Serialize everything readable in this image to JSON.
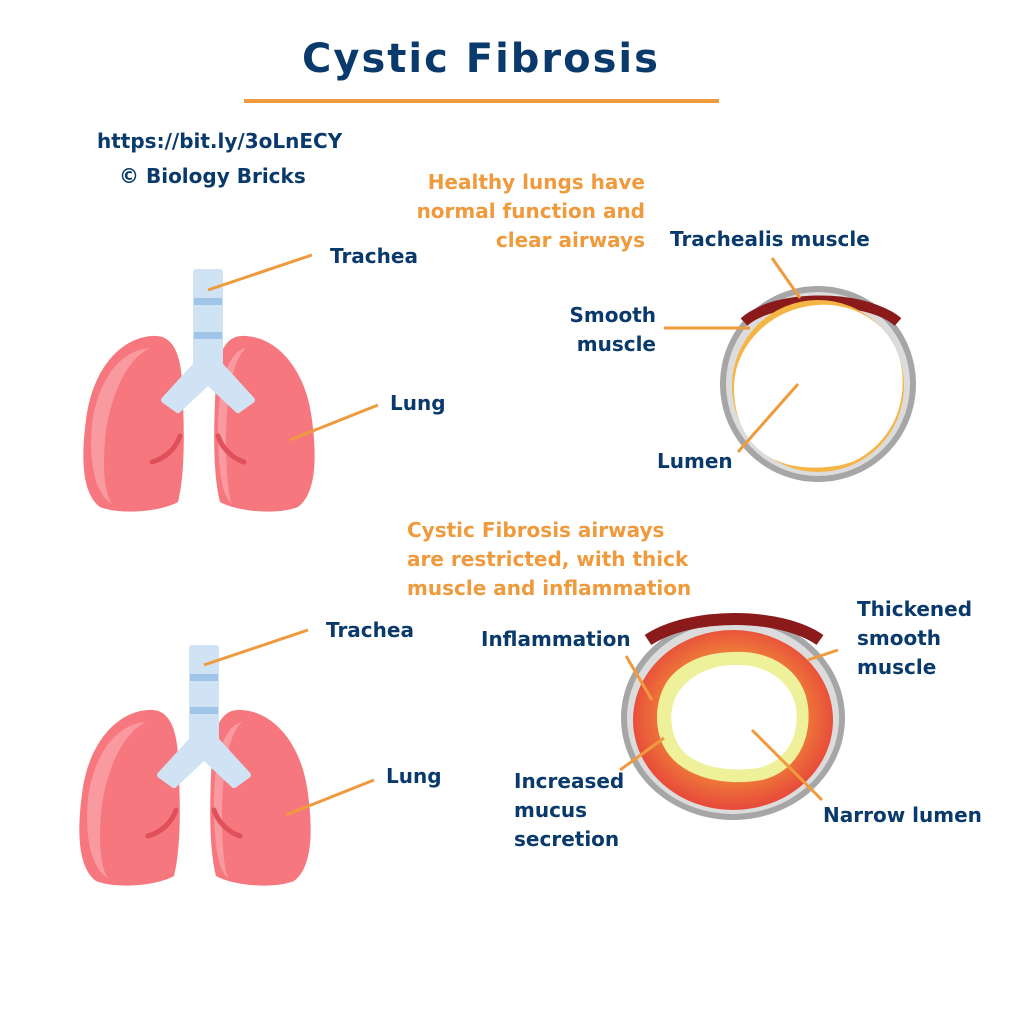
{
  "title": "Cystic Fibrosis",
  "source": {
    "url": "https://bit.ly/3oLnECY",
    "credit": "© Biology Bricks"
  },
  "healthy": {
    "caption_lines": [
      "Healthy lungs have",
      "normal function and",
      "clear airways"
    ],
    "trachea_label": "Trachea",
    "lung_label": "Lung",
    "trachealis_label": "Trachealis muscle",
    "smooth_muscle_lines": [
      "Smooth",
      "muscle"
    ],
    "lumen_label": "Lumen"
  },
  "cystic": {
    "caption_lines": [
      "Cystic Fibrosis airways",
      "are restricted, with thick",
      "muscle and inflammation"
    ],
    "trachea_label": "Trachea",
    "lung_label": "Lung",
    "inflammation_label": "Inflammation",
    "thickened_lines": [
      "Thickened",
      "smooth",
      "muscle"
    ],
    "mucus_lines": [
      "Increased",
      "mucus",
      "secretion"
    ],
    "narrow_lumen_label": "Narrow lumen"
  },
  "colors": {
    "navy": "#0a3a6b",
    "orange": "#ef9a3c",
    "lung_pink": "#f7777f",
    "trachea_blue": "#cfe3f5",
    "dark_red": "#8b1a1a",
    "grey_ring": "#a6a6a6",
    "inflamed_red": "#e8413a",
    "mucus_yellow": "#eef09a"
  }
}
